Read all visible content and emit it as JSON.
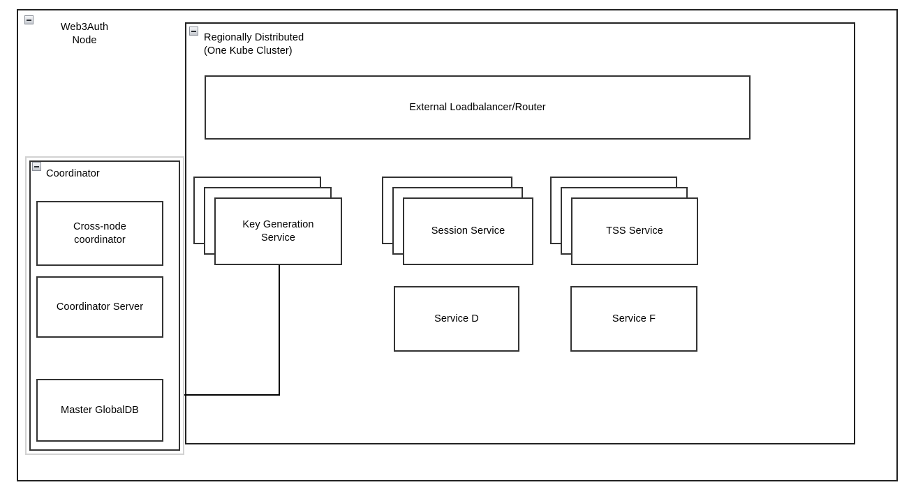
{
  "diagram": {
    "outer_node": {
      "title": "Web3Auth\nNode",
      "collapse_icon": "collapse-minus-icon"
    },
    "cluster": {
      "title": "Regionally Distributed\n(One Kube Cluster)",
      "collapse_icon": "collapse-minus-icon"
    },
    "coordinator": {
      "title": "Coordinator",
      "collapse_icon": "collapse-minus-icon",
      "items": [
        {
          "label": "Cross-node\ncoordinator"
        },
        {
          "label": "Coordinator Server"
        },
        {
          "label": "Master GlobalDB"
        }
      ]
    },
    "loadbalancer": {
      "label": "External Loadbalancer/Router"
    },
    "stacked_services": [
      {
        "label": "Key Generation\nService"
      },
      {
        "label": "Session Service"
      },
      {
        "label": "TSS Service"
      }
    ],
    "plain_services": [
      {
        "label": "Service D"
      },
      {
        "label": "Service F"
      }
    ],
    "connector": {
      "from": "Key Generation Service",
      "to": "Master GlobalDB",
      "arrow": "arrow-left"
    },
    "colors": {
      "box_border": "#333333",
      "container_border": "#222222",
      "frame_border": "#d2d2d2",
      "background": "#ffffff",
      "text": "#000000",
      "connector": "#000000"
    }
  }
}
